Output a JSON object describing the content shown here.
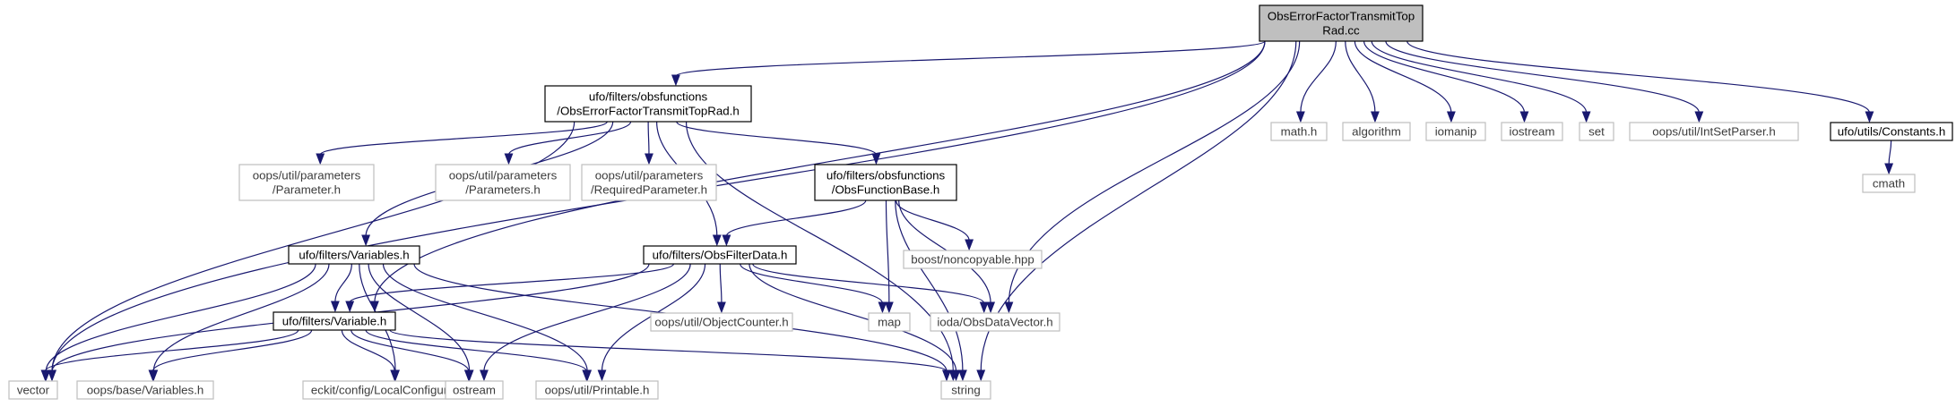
{
  "colors": {
    "edge": "#191970",
    "root_fill": "#bfbfbf",
    "linked_border": "#000000",
    "external_border": "#bfbfbf",
    "background": "#ffffff"
  },
  "nodes": [
    {
      "id": "root",
      "kind": "root",
      "lines": [
        "ObsErrorFactorTransmitTop",
        "Rad.cc"
      ]
    },
    {
      "id": "oeftr_h",
      "kind": "linked",
      "lines": [
        "ufo/filters/obsfunctions",
        "/ObsErrorFactorTransmitTopRad.h"
      ]
    },
    {
      "id": "math_h",
      "kind": "external",
      "lines": [
        "math.h"
      ]
    },
    {
      "id": "algorithm",
      "kind": "external",
      "lines": [
        "algorithm"
      ]
    },
    {
      "id": "iomanip",
      "kind": "external",
      "lines": [
        "iomanip"
      ]
    },
    {
      "id": "iostream",
      "kind": "external",
      "lines": [
        "iostream"
      ]
    },
    {
      "id": "set",
      "kind": "external",
      "lines": [
        "set"
      ]
    },
    {
      "id": "intsetparser",
      "kind": "external",
      "lines": [
        "oops/util/IntSetParser.h"
      ]
    },
    {
      "id": "constants_h",
      "kind": "linked",
      "lines": [
        "ufo/utils/Constants.h"
      ]
    },
    {
      "id": "cmath",
      "kind": "external",
      "lines": [
        "cmath"
      ]
    },
    {
      "id": "parameter_h",
      "kind": "external",
      "lines": [
        "oops/util/parameters",
        "/Parameter.h"
      ]
    },
    {
      "id": "parameters_h",
      "kind": "external",
      "lines": [
        "oops/util/parameters",
        "/Parameters.h"
      ]
    },
    {
      "id": "reqparam_h",
      "kind": "external",
      "lines": [
        "oops/util/parameters",
        "/RequiredParameter.h"
      ]
    },
    {
      "id": "obsfuncbase_h",
      "kind": "linked",
      "lines": [
        "ufo/filters/obsfunctions",
        "/ObsFunctionBase.h"
      ]
    },
    {
      "id": "noncopyable",
      "kind": "external",
      "lines": [
        "boost/noncopyable.hpp"
      ]
    },
    {
      "id": "variables_h",
      "kind": "linked",
      "lines": [
        "ufo/filters/Variables.h"
      ]
    },
    {
      "id": "obsfilterdata_h",
      "kind": "linked",
      "lines": [
        "ufo/filters/ObsFilterData.h"
      ]
    },
    {
      "id": "objectcounter",
      "kind": "external",
      "lines": [
        "oops/util/ObjectCounter.h"
      ]
    },
    {
      "id": "map",
      "kind": "external",
      "lines": [
        "map"
      ]
    },
    {
      "id": "obsdatavector",
      "kind": "external",
      "lines": [
        "ioda/ObsDataVector.h"
      ]
    },
    {
      "id": "variable_h",
      "kind": "linked",
      "lines": [
        "ufo/filters/Variable.h"
      ]
    },
    {
      "id": "vector",
      "kind": "external",
      "lines": [
        "vector"
      ]
    },
    {
      "id": "oopsvariables",
      "kind": "external",
      "lines": [
        "oops/base/Variables.h"
      ]
    },
    {
      "id": "localconfig",
      "kind": "external",
      "lines": [
        "eckit/config/LocalConfiguration.h"
      ]
    },
    {
      "id": "ostream",
      "kind": "external",
      "lines": [
        "ostream"
      ]
    },
    {
      "id": "printable",
      "kind": "external",
      "lines": [
        "oops/util/Printable.h"
      ]
    },
    {
      "id": "string",
      "kind": "external",
      "lines": [
        "string"
      ]
    }
  ],
  "edges": [
    [
      "root",
      "oeftr_h"
    ],
    [
      "root",
      "math_h"
    ],
    [
      "root",
      "algorithm"
    ],
    [
      "root",
      "iomanip"
    ],
    [
      "root",
      "iostream"
    ],
    [
      "root",
      "set"
    ],
    [
      "root",
      "intsetparser"
    ],
    [
      "root",
      "constants_h"
    ],
    [
      "root",
      "vector"
    ],
    [
      "root",
      "variable_h"
    ],
    [
      "root",
      "obsdatavector"
    ],
    [
      "root",
      "string"
    ],
    [
      "constants_h",
      "cmath"
    ],
    [
      "oeftr_h",
      "parameter_h"
    ],
    [
      "oeftr_h",
      "parameters_h"
    ],
    [
      "oeftr_h",
      "reqparam_h"
    ],
    [
      "oeftr_h",
      "obsfuncbase_h"
    ],
    [
      "oeftr_h",
      "variables_h"
    ],
    [
      "oeftr_h",
      "obsfilterdata_h"
    ],
    [
      "oeftr_h",
      "vector"
    ],
    [
      "oeftr_h",
      "string"
    ],
    [
      "obsfuncbase_h",
      "obsfilterdata_h"
    ],
    [
      "obsfuncbase_h",
      "noncopyable"
    ],
    [
      "obsfuncbase_h",
      "map"
    ],
    [
      "obsfuncbase_h",
      "obsdatavector"
    ],
    [
      "obsfuncbase_h",
      "string"
    ],
    [
      "variables_h",
      "variable_h"
    ],
    [
      "variables_h",
      "vector"
    ],
    [
      "variables_h",
      "oopsvariables"
    ],
    [
      "variables_h",
      "localconfig"
    ],
    [
      "variables_h",
      "ostream"
    ],
    [
      "variables_h",
      "printable"
    ],
    [
      "variables_h",
      "string"
    ],
    [
      "obsfilterdata_h",
      "variable_h"
    ],
    [
      "obsfilterdata_h",
      "objectcounter"
    ],
    [
      "obsfilterdata_h",
      "map"
    ],
    [
      "obsfilterdata_h",
      "obsdatavector"
    ],
    [
      "obsfilterdata_h",
      "vector"
    ],
    [
      "obsfilterdata_h",
      "ostream"
    ],
    [
      "obsfilterdata_h",
      "printable"
    ],
    [
      "obsfilterdata_h",
      "string"
    ],
    [
      "variable_h",
      "vector"
    ],
    [
      "variable_h",
      "oopsvariables"
    ],
    [
      "variable_h",
      "localconfig"
    ],
    [
      "variable_h",
      "ostream"
    ],
    [
      "variable_h",
      "printable"
    ],
    [
      "variable_h",
      "string"
    ]
  ]
}
